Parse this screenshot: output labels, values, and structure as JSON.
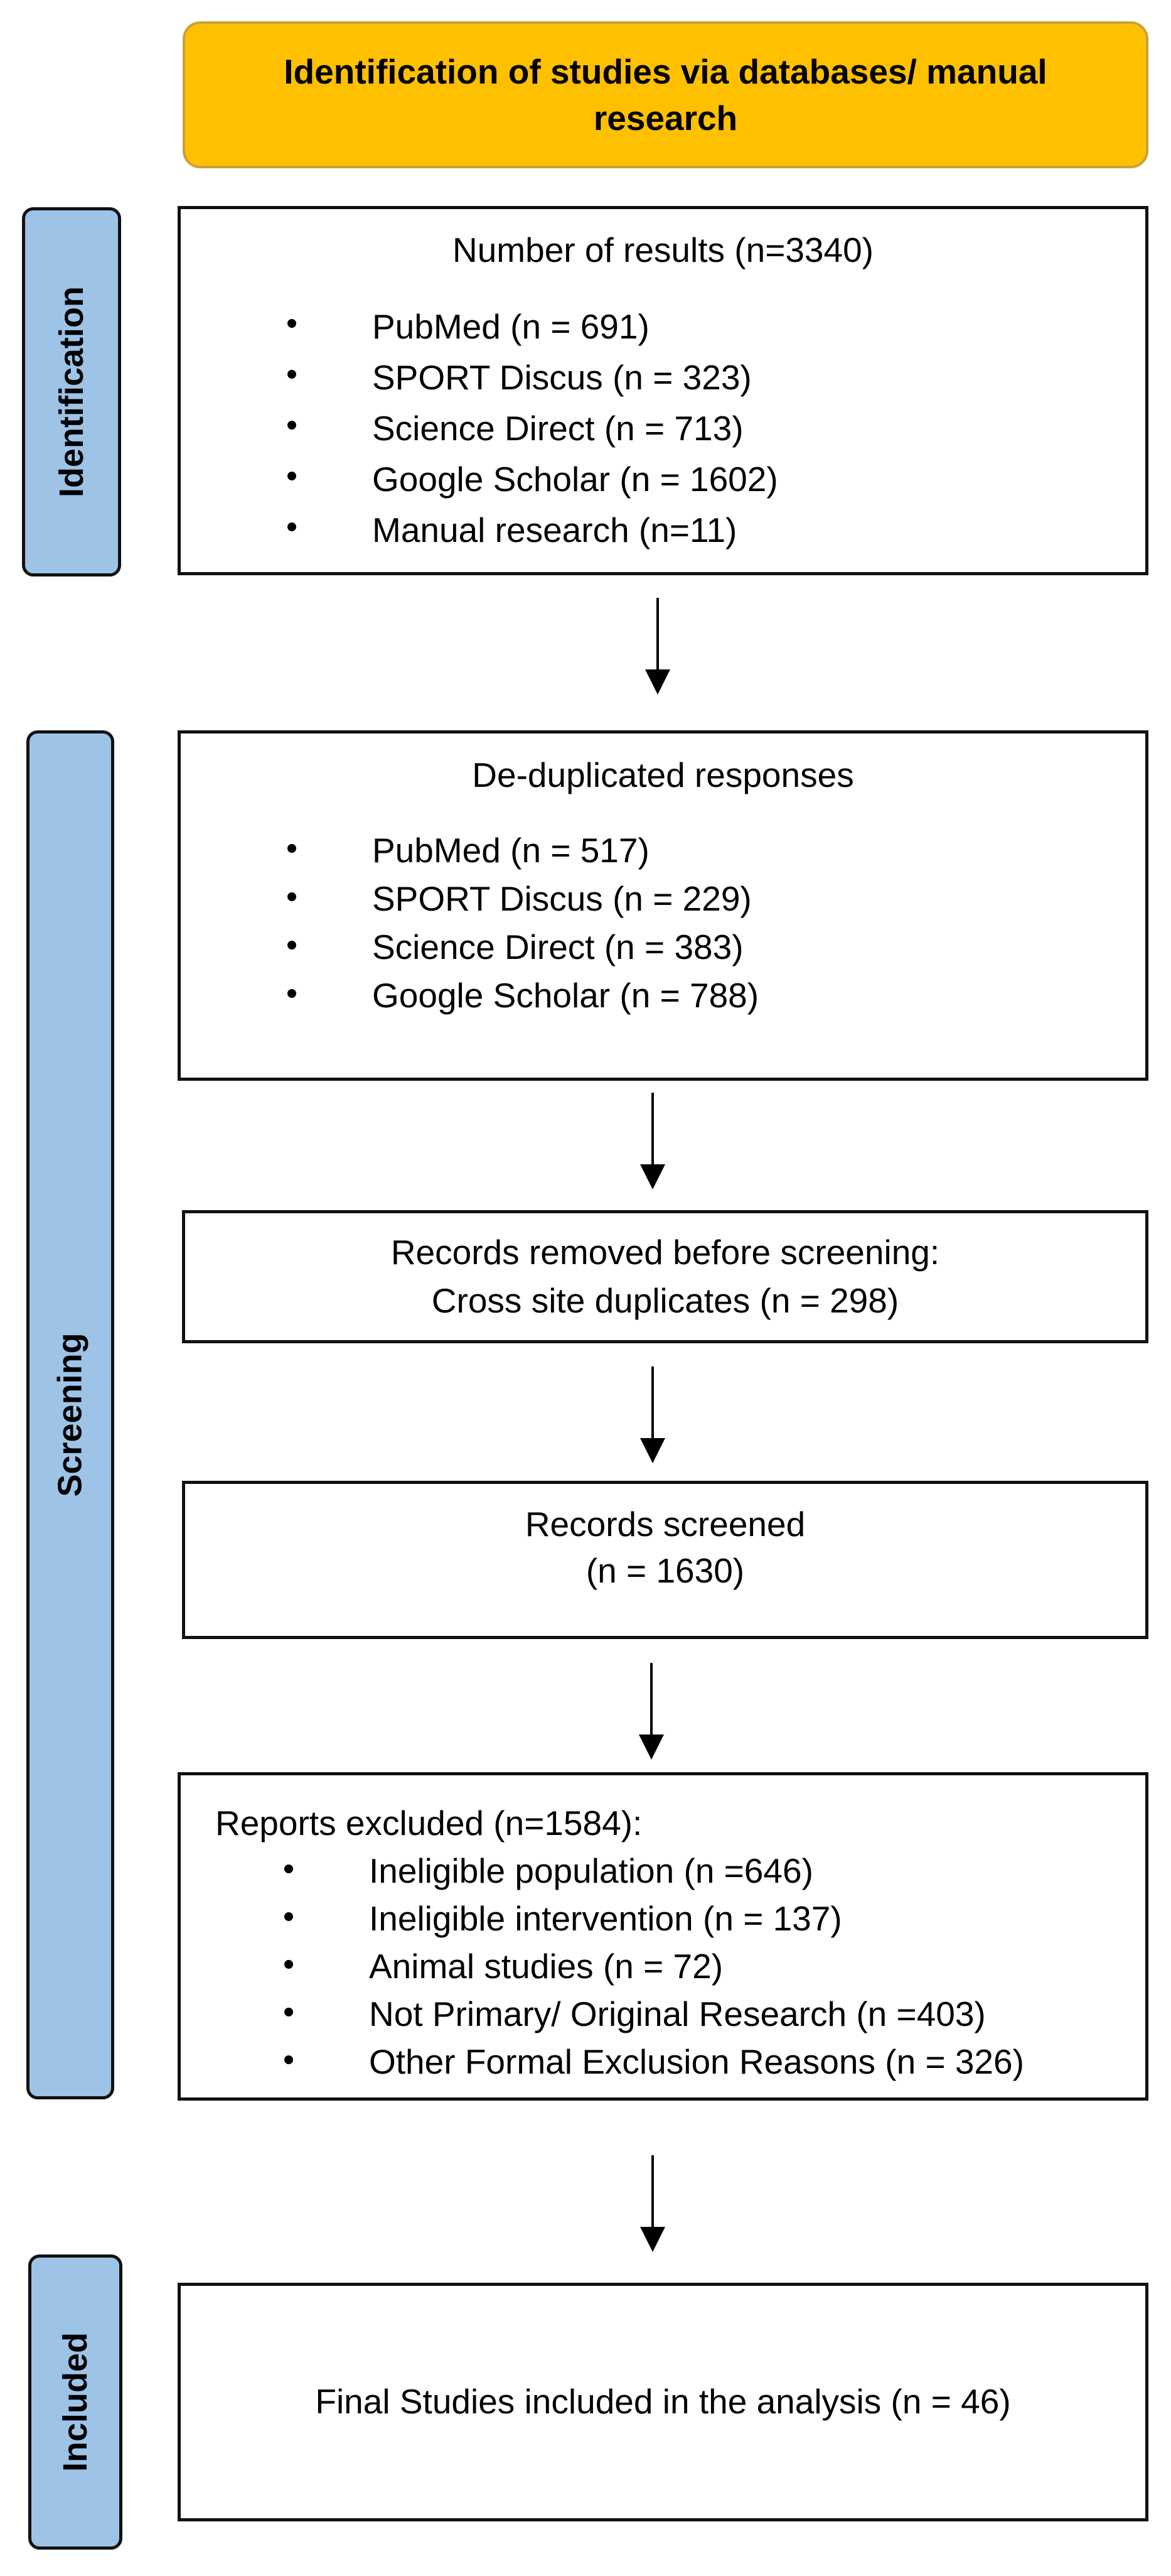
{
  "header": {
    "title": "Identification of studies via databases/ manual research"
  },
  "phases": {
    "identification": "Identification",
    "screening": "Screening",
    "included": "Included"
  },
  "results_box": {
    "title": "Number of results (n=3340)",
    "items": [
      "PubMed (n = 691)",
      "SPORT Discus (n = 323)",
      "Science Direct (n = 713)",
      "Google Scholar (n = 1602)",
      "Manual research (n=11)"
    ]
  },
  "dedup_box": {
    "title": "De-duplicated responses",
    "items": [
      "PubMed (n = 517)",
      "SPORT Discus (n = 229)",
      "Science Direct (n = 383)",
      "Google Scholar (n = 788)"
    ]
  },
  "removed_box": {
    "line1": "Records removed before screening:",
    "line2": "Cross site duplicates (n = 298)"
  },
  "screened_box": {
    "line1": "Records screened",
    "line2": "(n = 1630)"
  },
  "excluded_box": {
    "title": "Reports excluded (n=1584):",
    "items": [
      "Ineligible population (n =646)",
      "Ineligible intervention (n = 137)",
      "Animal studies (n = 72)",
      "Not Primary/ Original Research (n =403)",
      "Other Formal Exclusion Reasons (n = 326)"
    ]
  },
  "final_box": {
    "text": "Final Studies included in the analysis (n = 46)"
  },
  "colors": {
    "header_fill": "#FFC000",
    "phase_fill": "#9DC3E6",
    "stroke": "#111111"
  }
}
